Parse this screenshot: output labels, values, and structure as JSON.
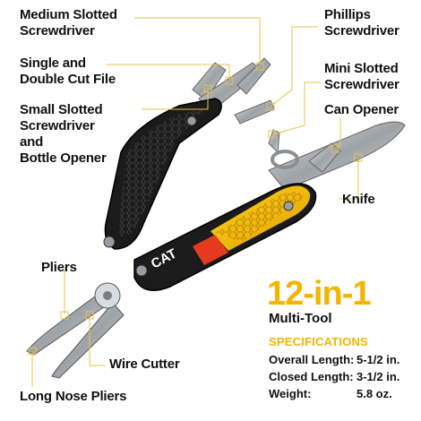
{
  "labels": {
    "medium_slotted": [
      "Medium Slotted",
      "Screwdriver"
    ],
    "phillips": [
      "Phillips",
      "Screwdriver"
    ],
    "file": [
      "Single and",
      "Double Cut File"
    ],
    "mini_slotted": [
      "Mini Slotted",
      "Screwdriver"
    ],
    "small_slotted": [
      "Small Slotted",
      "Screwdriver",
      "and",
      "Bottle Opener"
    ],
    "can_opener": "Can Opener",
    "knife": "Knife",
    "pliers": "Pliers",
    "wire_cutter": "Wire Cutter",
    "long_nose": "Long Nose Pliers"
  },
  "brand": "CAT",
  "product": {
    "title": "12-in-1",
    "subtitle": "Multi-Tool"
  },
  "specs": {
    "heading": "SPECIFICATIONS",
    "rows": [
      {
        "key": "Overall Length:",
        "value": "5-1/2 in."
      },
      {
        "key": "Closed Length:",
        "value": "3-1/2 in."
      },
      {
        "key": "Weight:",
        "value": "5.8 oz."
      }
    ]
  },
  "colors": {
    "accent": "#f5b400",
    "handle_black": "#1b1b1b",
    "steel": "#b8bcc0",
    "leader": "#e8c44a"
  }
}
